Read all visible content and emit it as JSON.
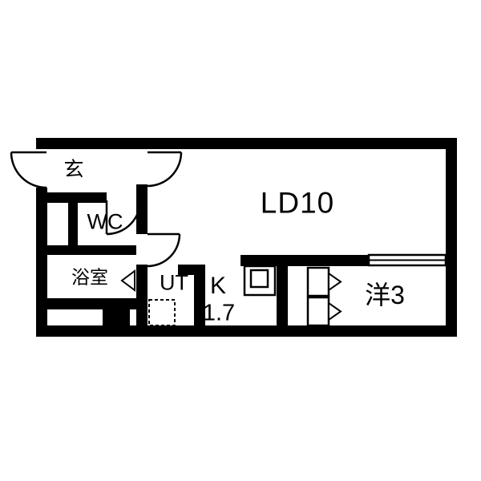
{
  "plan": {
    "rooms": {
      "entrance": {
        "label": "玄"
      },
      "toilet": {
        "label": "WC"
      },
      "bath": {
        "label": "浴室"
      },
      "utility": {
        "label": "UT"
      },
      "kitchen": {
        "label": "K",
        "area": "1.7"
      },
      "living_dining": {
        "label": "LD10"
      },
      "western_room": {
        "label": "洋3"
      }
    },
    "colors": {
      "wall": "#000000",
      "background": "#ffffff",
      "line": "#000000"
    }
  }
}
